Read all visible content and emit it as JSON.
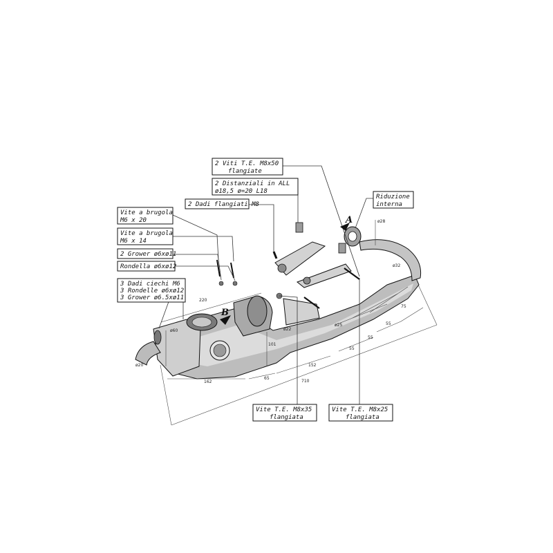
{
  "labels": {
    "viti_te": [
      "2 Viti T.E. M8x50",
      "flangiate"
    ],
    "distanziali": [
      "2 Distanziali in ALL",
      "ø18,5 ø=20 L18"
    ],
    "dadi_flangiati": [
      "2 Dadi flangiati M8"
    ],
    "riduzione": [
      "Riduzione",
      "interna"
    ],
    "vite_brugola_20": [
      "Vite a brugola",
      "M6 x 20"
    ],
    "vite_brugola_14": [
      "Vite a brugola",
      "M6 x 14"
    ],
    "grower": [
      "2 Grower ø6xø11"
    ],
    "rondella": [
      "Rondella ø6xø12"
    ],
    "dadi_ciechi": [
      "3 Dadi ciechi M6",
      "3 Rondelle ø6xø12",
      "3 Grower ø6.5xø11"
    ],
    "vite_m8x35": [
      "Vite T.E. M8x35",
      "flangiata"
    ],
    "vite_m8x25": [
      "Vite T.E. M8x25",
      "flangiata"
    ]
  },
  "markers": {
    "a": "A",
    "b": "B"
  },
  "dimensions": {
    "d220": "220",
    "d710": "710",
    "d152": "152",
    "d162": "162",
    "d65": "65",
    "d55a": "55",
    "d55b": "55",
    "d55c": "55",
    "d75": "75",
    "d101": "101",
    "d60": "ø60",
    "d20": "ø20",
    "d22": "ø22",
    "d28": "ø28",
    "d32": "ø32",
    "d25": "ø25"
  }
}
